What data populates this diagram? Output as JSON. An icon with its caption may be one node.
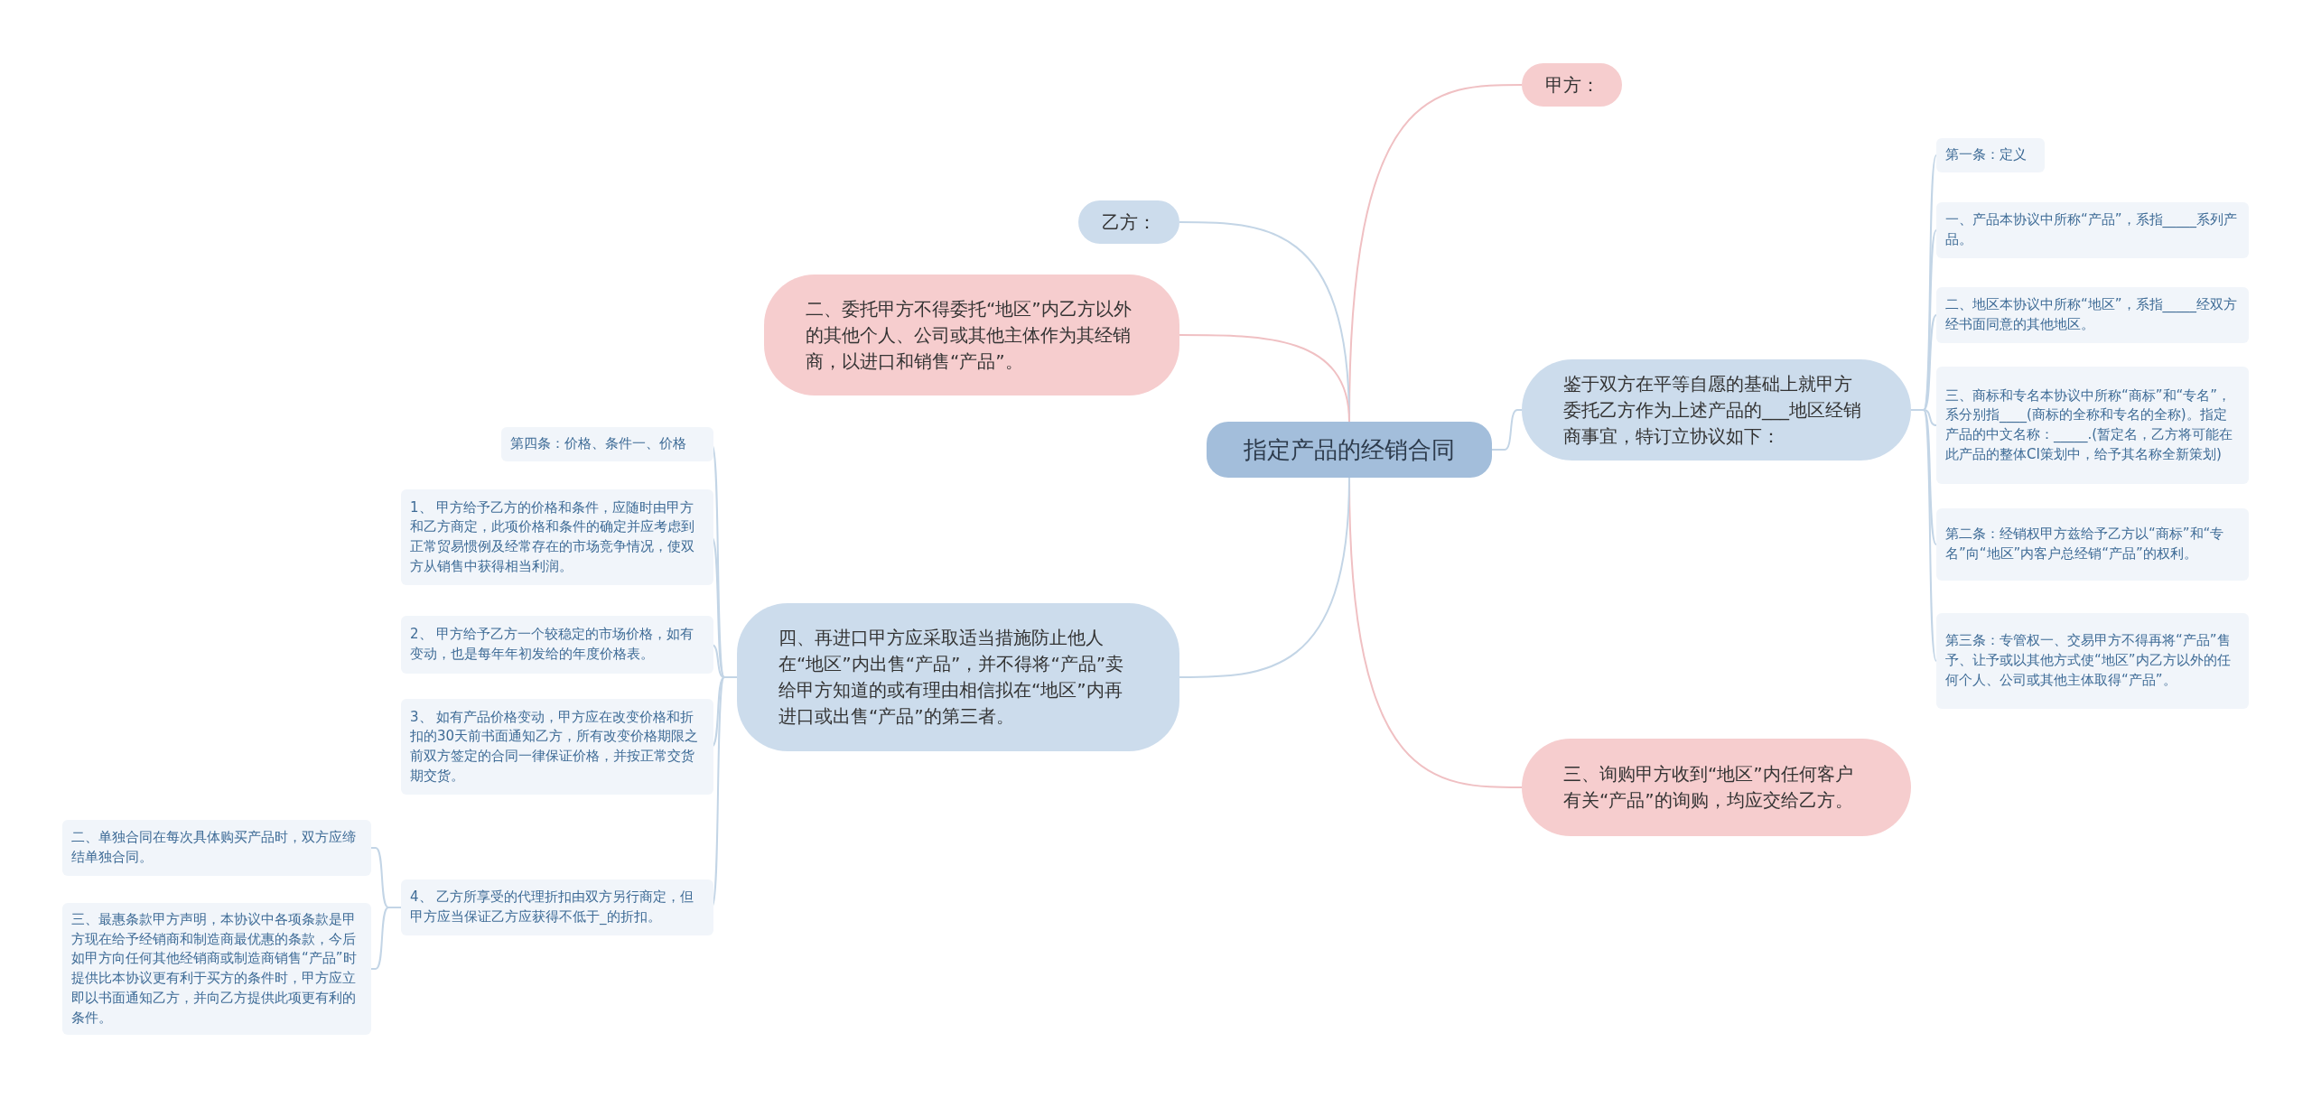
{
  "diagram": {
    "nodes": [
      {
        "text": [
          "指定产品的经销合同"
        ]
      },
      {
        "text": [
          "甲方："
        ]
      },
      {
        "text": [
          "鉴于双方在平等自愿的基础上就甲方委托乙方作为上述产品的___地区经销商事宜，特订立协议如下："
        ]
      },
      {
        "text": [
          "第一条：定义"
        ]
      },
      {
        "text": [
          "一、产品本协议中所称“产品”，系指_____系列产品。"
        ]
      },
      {
        "text": [
          "二、地区本协议中所称“地区”，系指_____经双方经书面同意的其他地区。"
        ]
      },
      {
        "text": [
          "三、商标和专名本协议中所称“商标”和“专名”，系分别指____(商标的全称和专名的全称)。指定产品的中文名称：_____.(暂定名，乙方将可能在此产品的整体CI策划中，给予其名称全新策划)"
        ]
      },
      {
        "text": [
          "第二条：经销权甲方兹给予乙方以“商标”和“专名”向“地区”内客户总经销“产品”的权利。"
        ]
      },
      {
        "text": [
          "第三条：专管权一、交易甲方不得再将“产品”售予、让予或以其他方式使“地区”内乙方以外的任何个人、公司或其他主体取得“产品”。"
        ]
      },
      {
        "text": [
          "三、询购甲方收到“地区”内任何客户有关“产品”的询购，均应交给乙方。"
        ]
      },
      {
        "text": [
          "乙方："
        ]
      },
      {
        "text": [
          "二、委托甲方不得委托“地区”内乙方以外的其他个人、公司或其他主体作为其经销商，以进口和销售“产品”。"
        ]
      },
      {
        "text": [
          "四、再进口甲方应采取适当措施防止他人在“地区”内出售“产品”，并不得将“产品”卖给甲方知道的或有理由相信拟在“地区”内再进口或出售“产品”的第三者。"
        ]
      },
      {
        "text": [
          "第四条：价格、条件一、价格"
        ]
      },
      {
        "text": [
          "1、 甲方给予乙方的价格和条件，应随时由甲方和乙方商定，此项价格和条件的确定并应考虑到正常贸易惯例及经常存在的市场竞争情况，使双方从销售中获得相当利润。"
        ]
      },
      {
        "text": [
          "2、 甲方给予乙方一个较稳定的市场价格，如有变动，也是每年年初发给的年度价格表。"
        ]
      },
      {
        "text": [
          "3、 如有产品价格变动，甲方应在改变价格和折扣的30天前书面通知乙方，所有改变价格期限之前双方签定的合同一律保证价格，并按正常交货期交货。"
        ]
      },
      {
        "text": [
          "4、 乙方所享受的代理折扣由双方另行商定，但甲方应当保证乙方应获得不低于_的折扣。"
        ]
      },
      {
        "text": [
          "二、单独合同在每次具体购买产品时，双方应缔结单独合同。"
        ]
      },
      {
        "text": [
          "三、最惠条款甲方声明，本协议中各项条款是甲方现在给予经销商和制造商最优惠的条款，今后如甲方向任何其他经销商或制造商销售“产品”时提供比本协议更有利于买方的条件时，甲方应立即以书面通知乙方，并向乙方提供此项更有利的条件。"
        ]
      }
    ],
    "edges": [
      {
        "from": 0,
        "to": 1,
        "arrow": "none",
        "color": "#f0c0c3"
      },
      {
        "from": 0,
        "to": 2,
        "arrow": "none"
      },
      {
        "from": 0,
        "to": 9,
        "arrow": "none",
        "color": "#f0c0c3"
      },
      {
        "from": 0,
        "to": 10,
        "arrow": "none"
      },
      {
        "from": 0,
        "to": 11,
        "arrow": "none",
        "color": "#f0c0c3"
      },
      {
        "from": 0,
        "to": 12,
        "arrow": "none"
      },
      {
        "from": 2,
        "to": 3,
        "arrow": "none"
      },
      {
        "from": 2,
        "to": 4,
        "arrow": "none"
      },
      {
        "from": 2,
        "to": 5,
        "arrow": "none"
      },
      {
        "from": 2,
        "to": 6,
        "arrow": "none"
      },
      {
        "from": 2,
        "to": 7,
        "arrow": "none"
      },
      {
        "from": 2,
        "to": 8,
        "arrow": "none"
      },
      {
        "from": 12,
        "to": 13,
        "arrow": "none"
      },
      {
        "from": 12,
        "to": 14,
        "arrow": "none"
      },
      {
        "from": 12,
        "to": 15,
        "arrow": "none"
      },
      {
        "from": 12,
        "to": 16,
        "arrow": "none"
      },
      {
        "from": 12,
        "to": 17,
        "arrow": "none"
      },
      {
        "from": 17,
        "to": 18,
        "arrow": "none"
      },
      {
        "from": 17,
        "to": 19,
        "arrow": "none"
      }
    ]
  }
}
